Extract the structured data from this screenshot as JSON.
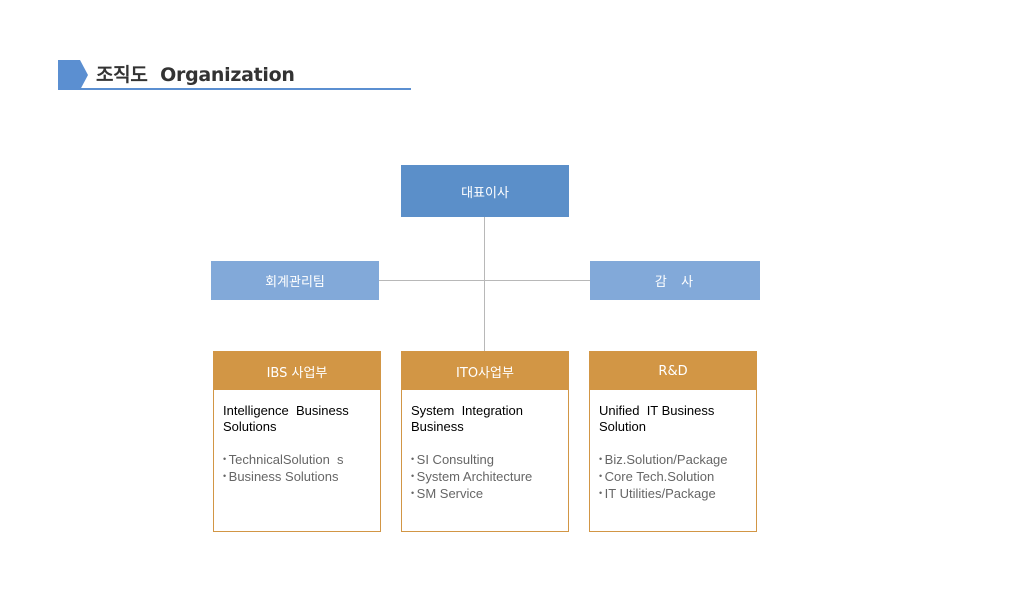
{
  "header": {
    "title": "조직도  Organization",
    "marker_icon": "pentagon-arrow-icon",
    "accent_color": "#5b8fd1"
  },
  "org": {
    "ceo": "대표이사",
    "accounting": "회계관리팀",
    "audit": "감  사"
  },
  "divisions": [
    {
      "title": "IBS 사업부",
      "description": "Intelligence  Business\nSolutions",
      "items": [
        "TechnicalSolution  s",
        "Business Solutions"
      ]
    },
    {
      "title": "ITO사업부",
      "description": "System  Integration\nBusiness",
      "items": [
        "SI Consulting",
        "System Architecture",
        "SM Service"
      ]
    },
    {
      "title": "R&D",
      "description": "Unified  IT Business\nSolution",
      "items": [
        "Biz.Solution/Package",
        "Core Tech.Solution",
        "IT Utilities/Package"
      ]
    }
  ],
  "colors": {
    "ceo_box": "#5b8fc9",
    "staff_box": "#82a9d9",
    "division_header": "#d29645",
    "connector": "#b8b8b8"
  }
}
